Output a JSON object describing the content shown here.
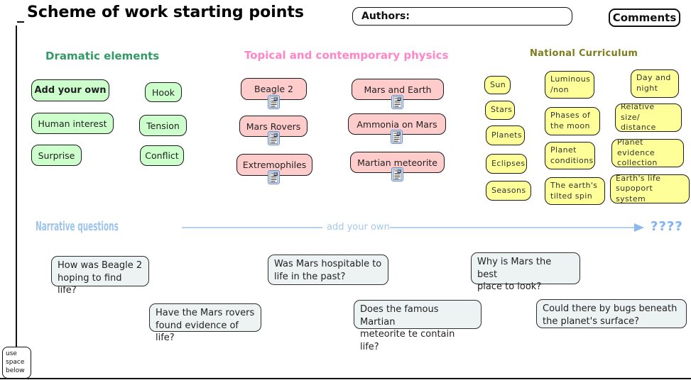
{
  "window": {
    "title": "Scheme of work starting points"
  },
  "header": {
    "authors_label": "Authors:",
    "comments_button": "Comments"
  },
  "sections": {
    "dramatic_elements": {
      "heading": "Dramatic elements",
      "heading_color": "#339966",
      "box_fill": "#ccffcc",
      "items": [
        "Add your own",
        "Hook",
        "Human interest",
        "Tension",
        "Surprise",
        "Conflict"
      ]
    },
    "topical_physics": {
      "heading": "Topical and contemporary physics",
      "heading_color": "#ff85c8",
      "box_fill": "#ffcccc",
      "note_icon": "note-document-icon",
      "items": [
        "Beagle 2",
        "Mars and Earth",
        "Mars Rovers",
        "Ammonia on Mars",
        "Extremophiles",
        "Martian meteorite"
      ]
    },
    "national_curriculum": {
      "heading": "National Curriculum",
      "heading_color": "#7d7d1e",
      "box_fill": "#ffff99",
      "items": [
        "Sun",
        "Stars",
        "Planets",
        "Eclipses",
        "Seasons",
        "Luminous\n/non",
        "Phases of\nthe moon",
        "Planet\nconditions",
        "The earth's\ntilted spin",
        "Day and\nnight",
        "Relative size/\ndistance",
        "Planet evidence\ncollection",
        "Earth's life\nsupoport system"
      ]
    },
    "narrative_questions": {
      "heading": "Narrative questions",
      "heading_color": "#9cc4ef",
      "line_color": "#b5cfee",
      "line_label": "add your own",
      "end_label": "????",
      "questions": [
        "How was Beagle 2\nhoping to find life?",
        "Was Mars hospitable to\nlife in the past?",
        "Why is Mars the best\nplace  to look?",
        "Have the Mars rovers\nfound evidence of life?",
        "Does the famous Martian\nmeteorite te contain life?",
        "Could there by bugs beneath\nthe planet's surface?"
      ]
    }
  },
  "misc": {
    "use_space_note": "use\nspace\nbelow"
  }
}
